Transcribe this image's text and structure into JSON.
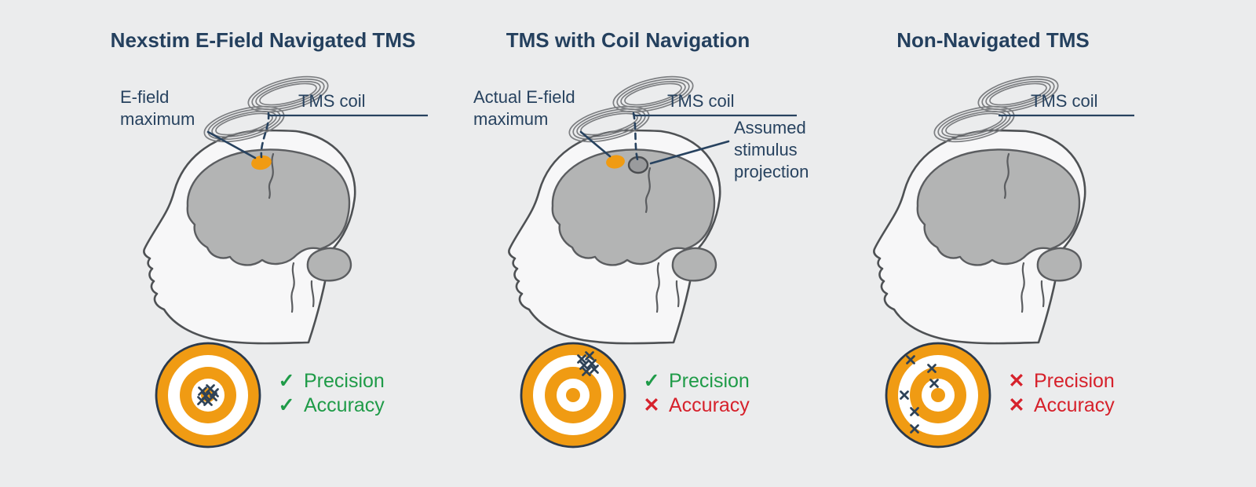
{
  "figure": {
    "background": "#ebeced"
  },
  "colors": {
    "title_navy": "#24405e",
    "label_navy": "#27425f",
    "orange": "#F09B13",
    "green": "#1f9b48",
    "red": "#d6212b",
    "head_outline": "#4e5154",
    "brain_fill": "#b3b4b4",
    "coil_gray": "#7d7f82",
    "marker_navy": "#2e4257"
  },
  "panels": [
    {
      "title": "Nexstim E-Field Navigated TMS",
      "coil_label": "TMS coil",
      "efield_label_line1": "E-field",
      "efield_label_line2": "maximum",
      "legend": [
        {
          "glyph": "✓",
          "label": "Precision",
          "state_class": "legend-pass"
        },
        {
          "glyph": "✓",
          "label": "Accuracy",
          "state_class": "legend-pass"
        }
      ],
      "target": {
        "marks": [
          [
            -7,
            -5
          ],
          [
            3,
            -8
          ],
          [
            -3,
            1
          ],
          [
            6,
            2
          ],
          [
            -8,
            7
          ],
          [
            0,
            8
          ],
          [
            8,
            -3
          ]
        ]
      }
    },
    {
      "title": "TMS with Coil Navigation",
      "coil_label": "TMS coil",
      "efield_label_line1": "Actual E-field",
      "efield_label_line2": "maximum",
      "assumed_label_line1": "Assumed",
      "assumed_label_line2": "stimulus",
      "assumed_label_line3": "projection",
      "legend": [
        {
          "glyph": "✓",
          "label": "Precision",
          "state_class": "legend-pass"
        },
        {
          "glyph": "✕",
          "label": "Accuracy",
          "state_class": "legend-fail"
        }
      ],
      "target": {
        "marks": [
          [
            11,
            -46
          ],
          [
            21,
            -50
          ],
          [
            14,
            -38
          ],
          [
            24,
            -40
          ],
          [
            17,
            -30
          ],
          [
            27,
            -33
          ]
        ]
      }
    },
    {
      "title": "Non-Navigated TMS",
      "coil_label": "TMS coil",
      "legend": [
        {
          "glyph": "✕",
          "label": "Precision",
          "state_class": "legend-fail"
        },
        {
          "glyph": "✕",
          "label": "Accuracy",
          "state_class": "legend-fail"
        }
      ],
      "target": {
        "marks": [
          [
            -35,
            -45
          ],
          [
            -8,
            -34
          ],
          [
            -5,
            -15
          ],
          [
            -43,
            0
          ],
          [
            -30,
            21
          ],
          [
            -30,
            43
          ]
        ]
      }
    }
  ]
}
